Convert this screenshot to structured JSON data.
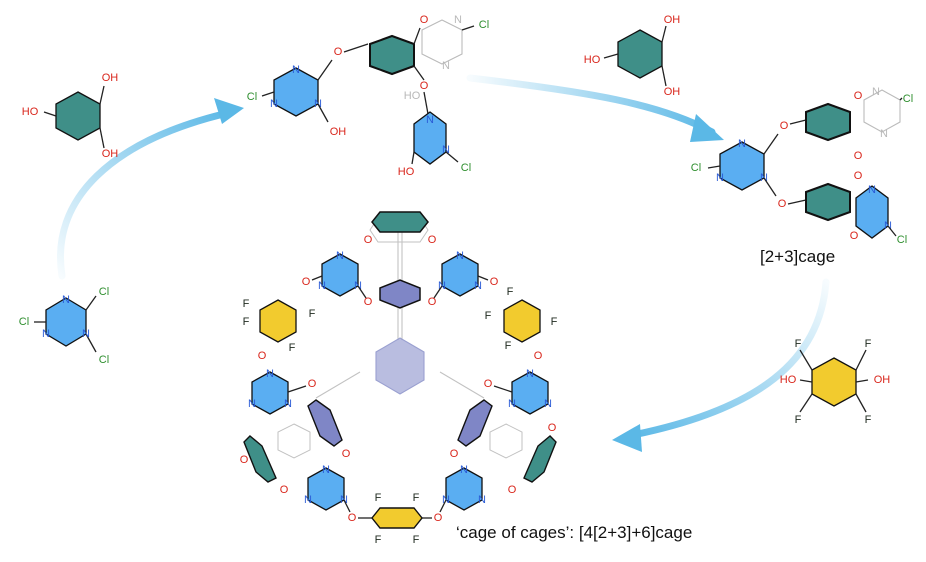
{
  "labels": {
    "cage": "[2+3]cage",
    "cage_of_cages": "‘cage of cages’: [4[2+3]+6]cage"
  },
  "atoms": {
    "O": "O",
    "OH": "OH",
    "HO": "HO",
    "N": "N",
    "Cl": "Cl",
    "F": "F"
  },
  "colors": {
    "triazine": "#5aaef2",
    "phloroglucinol": "#3f8f88",
    "tetrafluorohydroquinone": "#f2cb2e",
    "inner_benzene": "#7f86c6",
    "arrow": "#5bb8e6",
    "oxygen": "#d9261c",
    "nitrogen": "#2a5bd6",
    "chlorine": "#2f8f2f"
  }
}
